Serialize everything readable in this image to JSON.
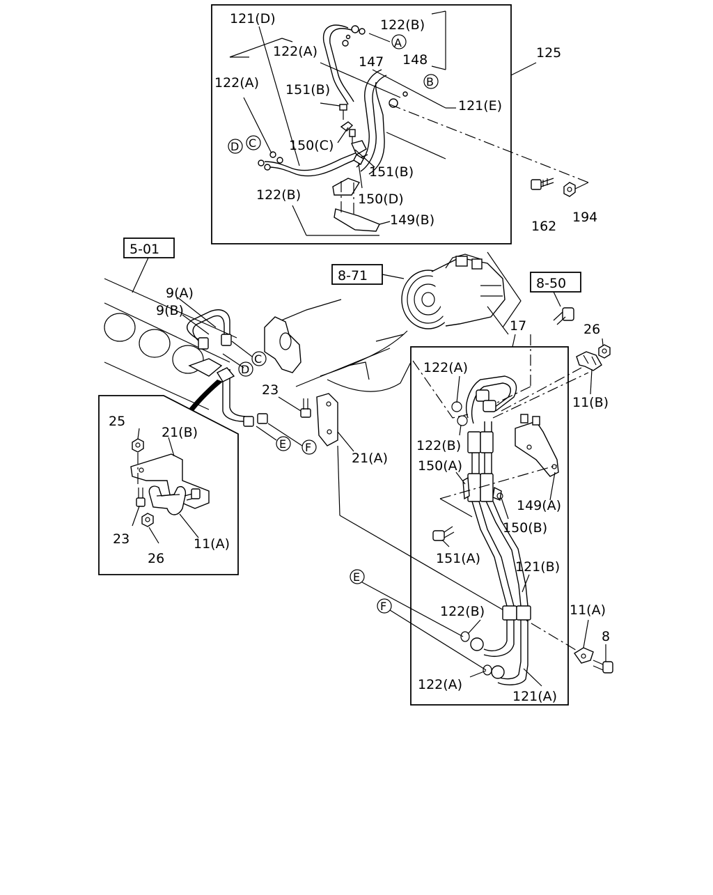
{
  "labels": {
    "l121D": "121(D)",
    "l122B_top": "122(B)",
    "l122A_top": "122(A)",
    "l147": "147",
    "l148": "148",
    "l125": "125",
    "l122A_left": "122(A)",
    "l151B_top": "151(B)",
    "l121E": "121(E)",
    "l150C": "150(C)",
    "l151B_mid": "151(B)",
    "l122B_mid": "122(B)",
    "l150D": "150(D)",
    "l149B": "149(B)",
    "l162": "162",
    "l194": "194",
    "l501": "5-01",
    "l871": "8-71",
    "l850": "8-50",
    "l9A": "9(A)",
    "l9B": "9(B)",
    "l17": "17",
    "l26_right": "26",
    "l122A_r1": "122(A)",
    "l11B": "11(B)",
    "l23_mid": "23",
    "l122B_r1": "122(B)",
    "l21A": "21(A)",
    "l150A": "150(A)",
    "l25": "25",
    "l21B": "21(B)",
    "l149A": "149(A)",
    "l150B": "150(B)",
    "l23_inset": "23",
    "l11A_inset": "11(A)",
    "l26_inset": "26",
    "l151A": "151(A)",
    "l121B": "121(B)",
    "l122B_r2": "122(B)",
    "l11A_right": "11(A)",
    "l8": "8",
    "l122A_r2": "122(A)",
    "l121A": "121(A)"
  },
  "markers": {
    "A_top": "A",
    "B_top": "B",
    "C_top": "C",
    "D_top": "D",
    "C_mid": "C",
    "D_mid": "D",
    "E_mid": "E",
    "F_mid": "F",
    "E_low": "E",
    "F_low": "F"
  }
}
